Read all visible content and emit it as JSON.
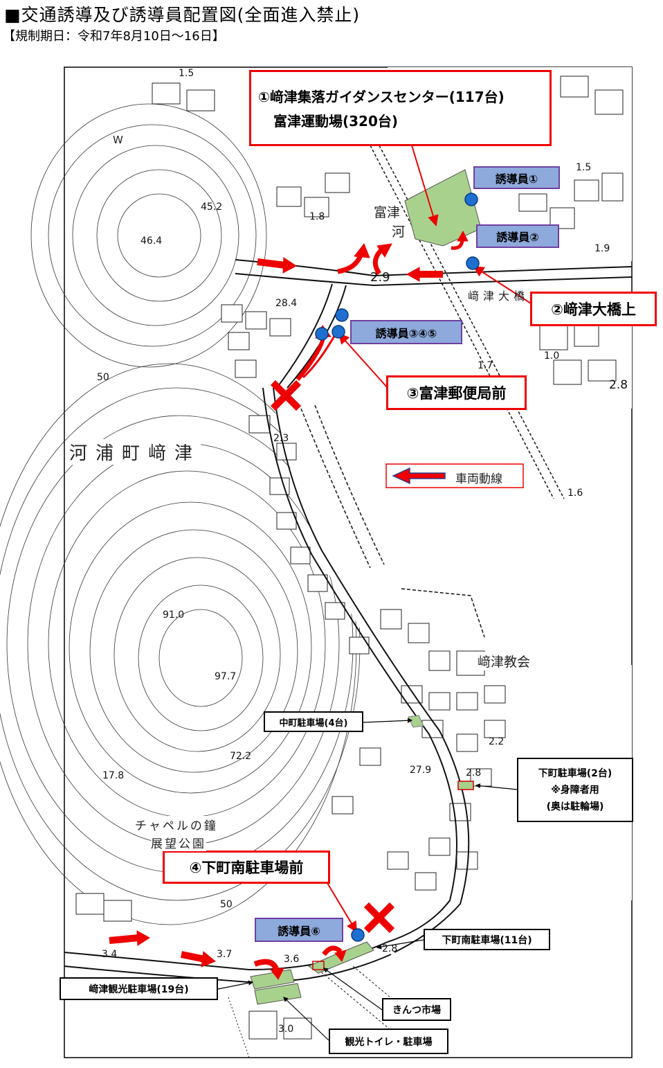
{
  "header": {
    "title": "■交通誘導及び誘導員配置図(全面進入禁止)",
    "period": "【規制期日：令和7年8月10日～16日】"
  },
  "callouts": {
    "parking_1_line1": "①﨑津集落ガイダンスセンター(117台)",
    "parking_1_line2": "富津運動場(320台)",
    "point_2": "②﨑津大橋上",
    "point_3": "③富津郵便局前",
    "point_4": "④下町南駐車場前"
  },
  "guides": {
    "g1": "誘導員①",
    "g2": "誘導員②",
    "g345": "誘導員③④⑤",
    "g6": "誘導員⑥"
  },
  "legend": {
    "label": "車両動線"
  },
  "facilities": {
    "nakamachi": "中町駐車場(4台)",
    "shimomachi_line1": "下町駐車場(2台)",
    "shimomachi_line2": "※身障者用",
    "shimomachi_line3": "(奥は駐輪場)",
    "shimomachi_south": "下町南駐車場(11台)",
    "sakitsu_tourist": "﨑津観光駐車場(19台)",
    "kinkotsu": "きんつ市場",
    "toilet": "観光トイレ・駐車場"
  },
  "map_labels": {
    "district": "河浦町﨑津",
    "church": "﨑津教会",
    "chapel_line1": "チャペルの鐘",
    "chapel_line2": "展望公園",
    "bridge": "﨑津大橋",
    "river_1": "富津",
    "river_2": "河",
    "w_mark": "W",
    "elevations": [
      "1.5",
      "45.2",
      "46.4",
      "1.8",
      "28.4",
      "2.9",
      "1.5",
      "1.9",
      "1.0",
      "2.8",
      "1.7",
      "50",
      "2.3",
      "1.6",
      "91.0",
      "97.7",
      "72.2",
      "17.8",
      "2.2",
      "27.9",
      "2.8",
      "50",
      "3.4",
      "3.7",
      "3.6",
      "2.8",
      "3.0"
    ]
  },
  "colors": {
    "accent_red": "#e00000",
    "guide_fill": "#8ea9db",
    "guide_border": "#6f3fa0",
    "marker_blue": "#1f6fd1",
    "parking_green": "#a9d18e"
  }
}
